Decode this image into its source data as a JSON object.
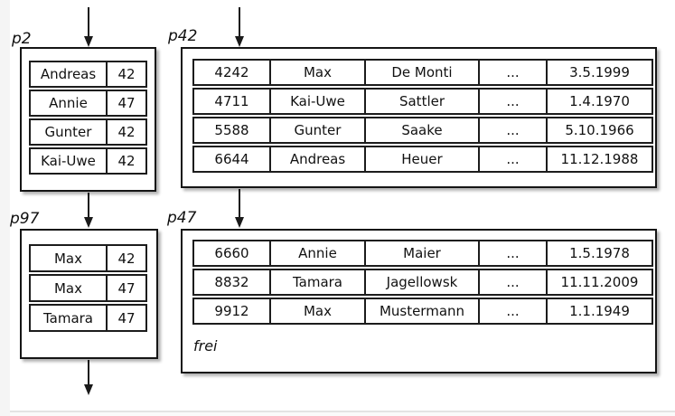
{
  "pages": {
    "p2": {
      "label": "p2",
      "rows": [
        [
          "Andreas",
          "42"
        ],
        [
          "Annie",
          "47"
        ],
        [
          "Gunter",
          "42"
        ],
        [
          "Kai-Uwe",
          "42"
        ]
      ]
    },
    "p42": {
      "label": "p42",
      "rows": [
        [
          "4242",
          "Max",
          "De Monti",
          "...",
          "3.5.1999"
        ],
        [
          "4711",
          "Kai-Uwe",
          "Sattler",
          "...",
          "1.4.1970"
        ],
        [
          "5588",
          "Gunter",
          "Saake",
          "...",
          "5.10.1966"
        ],
        [
          "6644",
          "Andreas",
          "Heuer",
          "...",
          "11.12.1988"
        ]
      ]
    },
    "p97": {
      "label": "p97",
      "rows": [
        [
          "Max",
          "42"
        ],
        [
          "Max",
          "47"
        ],
        [
          "Tamara",
          "47"
        ]
      ]
    },
    "p47": {
      "label": "p47",
      "rows": [
        [
          "6660",
          "Annie",
          "Maier",
          "...",
          "1.5.1978"
        ],
        [
          "8832",
          "Tamara",
          "Jagellowsk",
          "...",
          "11.11.2009"
        ],
        [
          "9912",
          "Max",
          "Mustermann",
          "...",
          "1.1.1949"
        ]
      ],
      "free_label": "frei"
    }
  },
  "colors": {
    "line": "#1a1a1a",
    "border": "#1c1c1c",
    "background": "#ffffff",
    "text": "#111111"
  }
}
